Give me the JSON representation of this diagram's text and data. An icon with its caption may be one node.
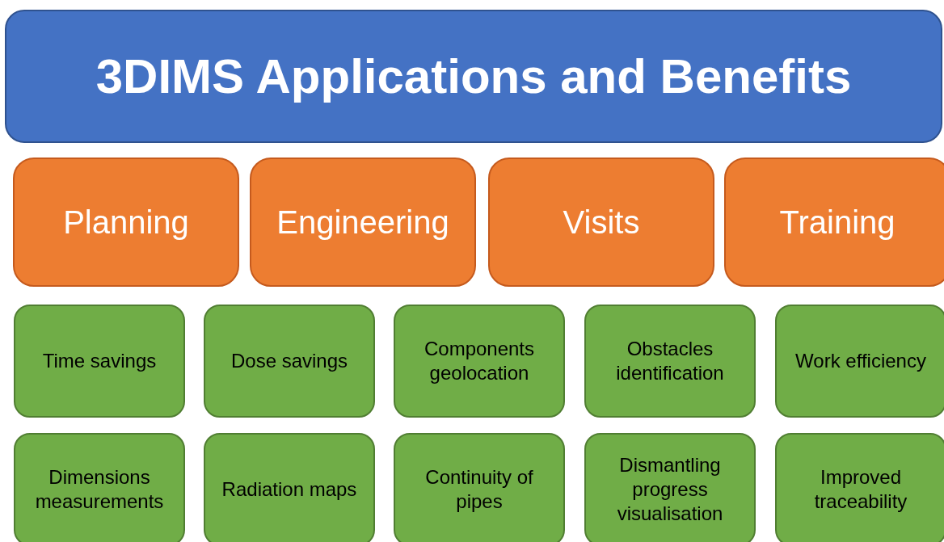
{
  "diagram": {
    "title": "3DIMS Applications and Benefits",
    "nodes": [
      {
        "text": [
          "Planning"
        ]
      },
      {
        "text": [
          "Engineering"
        ]
      },
      {
        "text": [
          "Visits"
        ]
      },
      {
        "text": [
          "Training"
        ]
      },
      {
        "text": [
          "Time savings"
        ]
      },
      {
        "text": [
          "Dose savings"
        ]
      },
      {
        "text": [
          "Components geolocation"
        ]
      },
      {
        "text": [
          "Obstacles identification"
        ]
      },
      {
        "text": [
          "Work efficiency"
        ]
      },
      {
        "text": [
          "Dimensions measurements"
        ]
      },
      {
        "text": [
          "Radiation maps"
        ]
      },
      {
        "text": [
          "Continuity of pipes"
        ]
      },
      {
        "text": [
          "Dismantling progress visualisation"
        ]
      },
      {
        "text": [
          "Improved traceability"
        ]
      }
    ],
    "edges": []
  }
}
